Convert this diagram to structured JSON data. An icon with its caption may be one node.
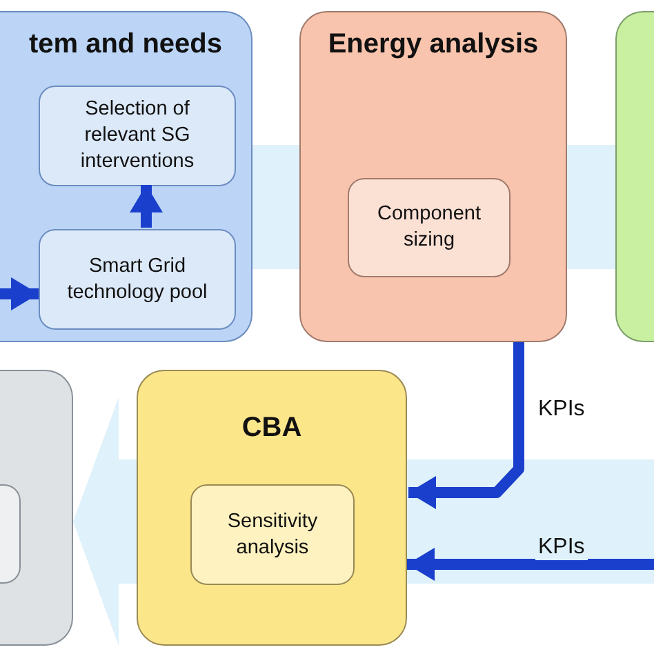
{
  "diagram": {
    "nodes": [
      {
        "text": [
          "tem and needs"
        ]
      },
      {
        "text": [
          "Selection of relevant SG interventions"
        ],
        "in": 0
      },
      {
        "text": [
          "Smart Grid technology pool"
        ],
        "in": 0
      },
      {
        "text": [
          "Energy analysis"
        ]
      },
      {
        "text": [
          "Component sizing"
        ],
        "in": 3
      },
      {
        "text": [],
        "shape": "box"
      },
      {
        "text": [],
        "shape": "box"
      },
      {
        "text": [],
        "shape": "box",
        "in": 6
      },
      {
        "text": [
          "CBA"
        ]
      },
      {
        "text": [
          "Sensitivity analysis"
        ],
        "in": 8
      }
    ],
    "edges": [
      {
        "from": null,
        "to": 2,
        "arrow": "to"
      },
      {
        "from": 2,
        "to": 1,
        "arrow": "to"
      },
      {
        "from": 3,
        "to": 8,
        "arrow": "to",
        "label": "KPIs"
      },
      {
        "from": null,
        "to": 8,
        "arrow": "to",
        "label": "KPIs"
      },
      {
        "from": 0,
        "to": 3,
        "arrow": "none",
        "style": "thick",
        "color": "#dff1fa"
      },
      {
        "from": 3,
        "to": 5,
        "arrow": "none",
        "style": "thick",
        "color": "#dff1fa"
      },
      {
        "from": null,
        "to": 8,
        "arrow": "none",
        "style": "thick",
        "color": "#dff1fa"
      },
      {
        "from": 8,
        "to": 6,
        "arrow": "to",
        "style": "thick",
        "color": "#dff1fa"
      }
    ]
  }
}
